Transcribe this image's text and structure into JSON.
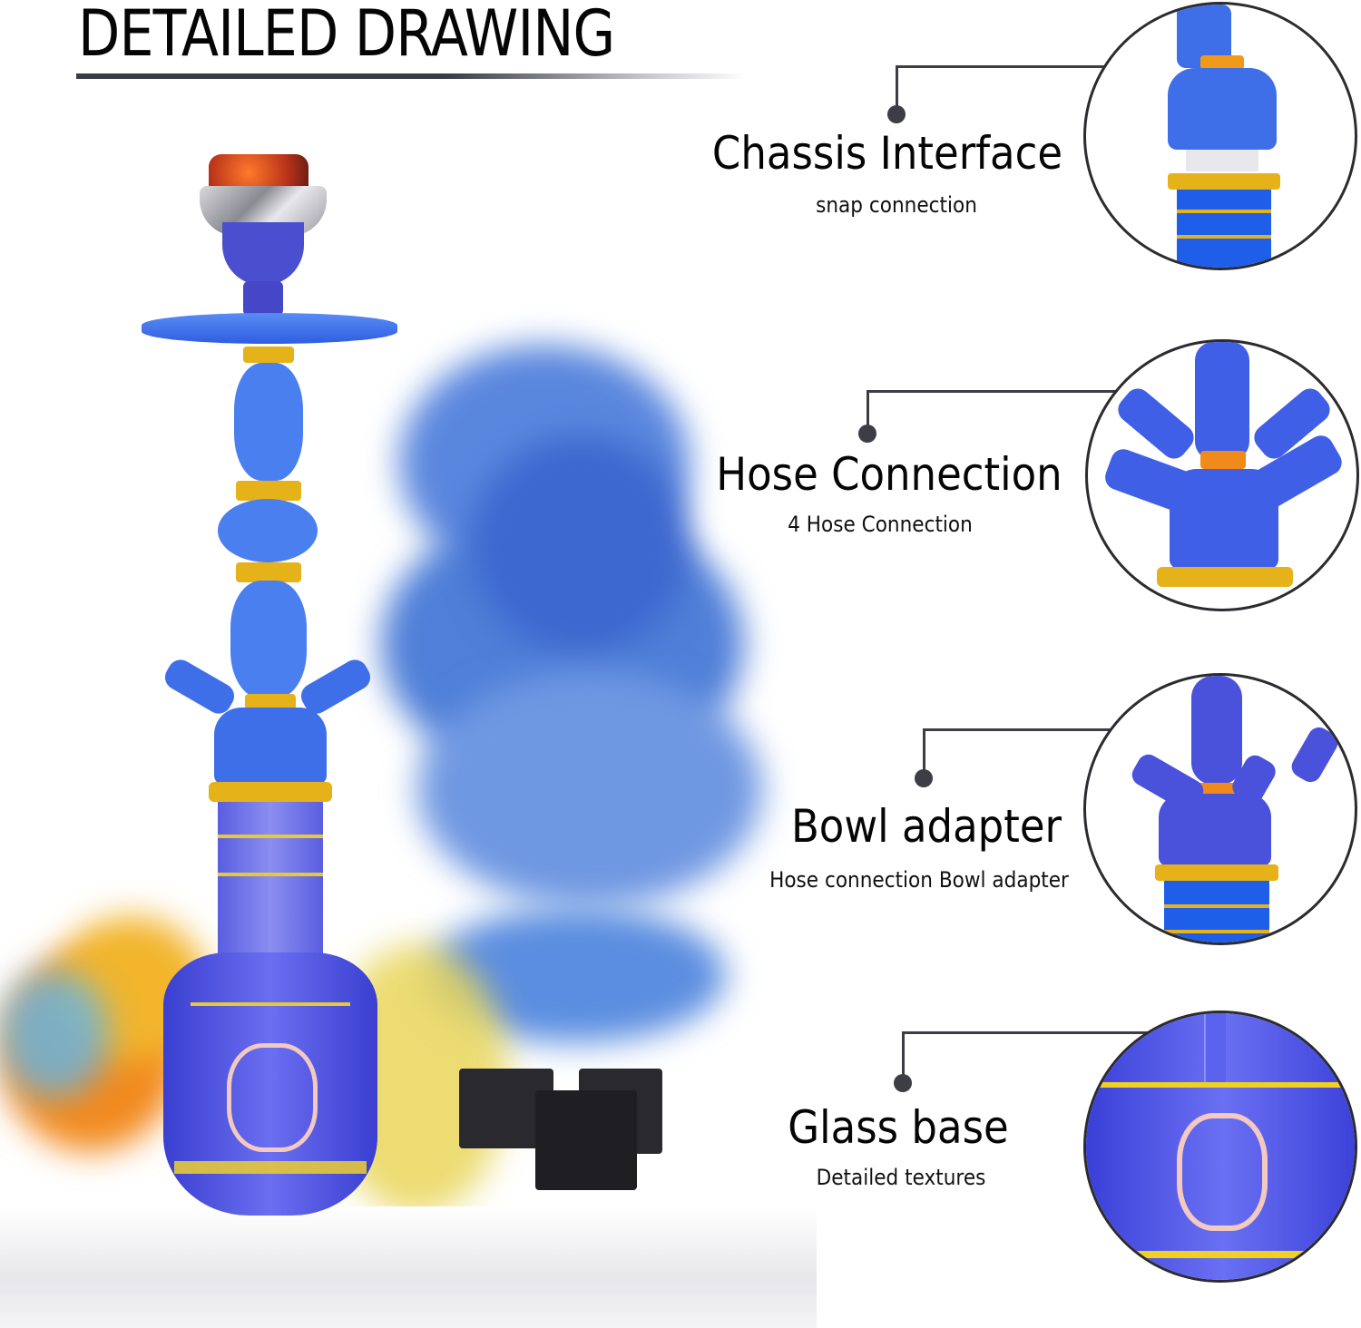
{
  "header": {
    "title": "DETAILED DRAWING"
  },
  "callouts": [
    {
      "title": "Chassis Interface",
      "subtitle": "snap connection"
    },
    {
      "title": "Hose Connection",
      "subtitle": "4 Hose Connection"
    },
    {
      "title": "Bowl adapter",
      "subtitle": "Hose connection Bowl adapter"
    },
    {
      "title": "Glass base",
      "subtitle": "Detailed textures"
    }
  ],
  "product": {
    "name": "hookah",
    "accessories": [
      "charcoal-cubes",
      "foil-bowl-with-coals"
    ]
  },
  "colors": {
    "hookah_blue": "#3b5ee8",
    "stem_blue": "#4a7ff0",
    "gold_ring": "#e6b21a",
    "smoke_blue": "#4f7fd8",
    "smoke_orange": "#f28a1e",
    "smoke_yellow": "#ecd85c",
    "leader_line": "#3d3d45",
    "charcoal": "#2a2a2e"
  }
}
